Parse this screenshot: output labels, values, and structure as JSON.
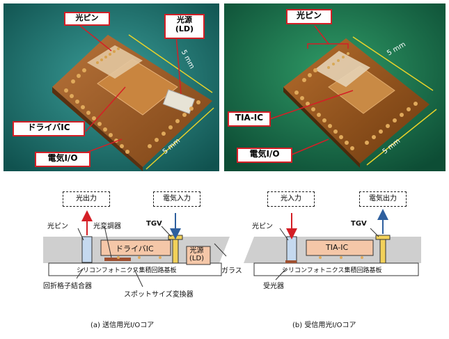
{
  "photo_a": {
    "labels": {
      "optical_pin": "光ピン",
      "light_source_line1": "光源",
      "light_source_line2": "(LD)",
      "driver_ic": "ドライバIC",
      "electrical_io": "電気I/O"
    },
    "dim1": "5 mm",
    "dim2": "5 mm"
  },
  "photo_b": {
    "labels": {
      "optical_pin": "光ピン",
      "tia_ic": "TIA-IC",
      "electrical_io": "電気I/O"
    },
    "dim1": "5 mm",
    "dim2": "5 mm"
  },
  "diagram_a": {
    "output_box": "光出力",
    "input_box": "電気入力",
    "optical_pin": "光ピン",
    "modulator": "光変調器",
    "tgv": "TGV",
    "driver_ic": "ドライバIC",
    "ld_line1": "光源",
    "ld_line2": "(LD)",
    "substrate": "シリコンフォトニクス集積回路基板",
    "grating_coupler": "回折格子結合器",
    "spot_size_converter": "スポットサイズ変換器",
    "glass": "ガラス",
    "caption": "(a) 送信用光I/Oコア"
  },
  "diagram_b": {
    "input_box": "光入力",
    "output_box": "電気出力",
    "optical_pin": "光ピン",
    "tgv": "TGV",
    "tia_ic": "TIA-IC",
    "substrate": "シリコンフォトニクス集積回路基板",
    "photodetector": "受光器",
    "caption": "(b) 受信用光I/Oコア"
  },
  "colors": {
    "label_border": "#d41f26",
    "arrow_red": "#d41f26",
    "arrow_blue": "#2e5f9e",
    "dimension_line": "#e8d22a",
    "ic_fill": "#f5c7a8",
    "pin_fill": "#c5d9ef",
    "tgv_fill": "#f2d15a",
    "glass_fill": "#cfcfcf"
  }
}
